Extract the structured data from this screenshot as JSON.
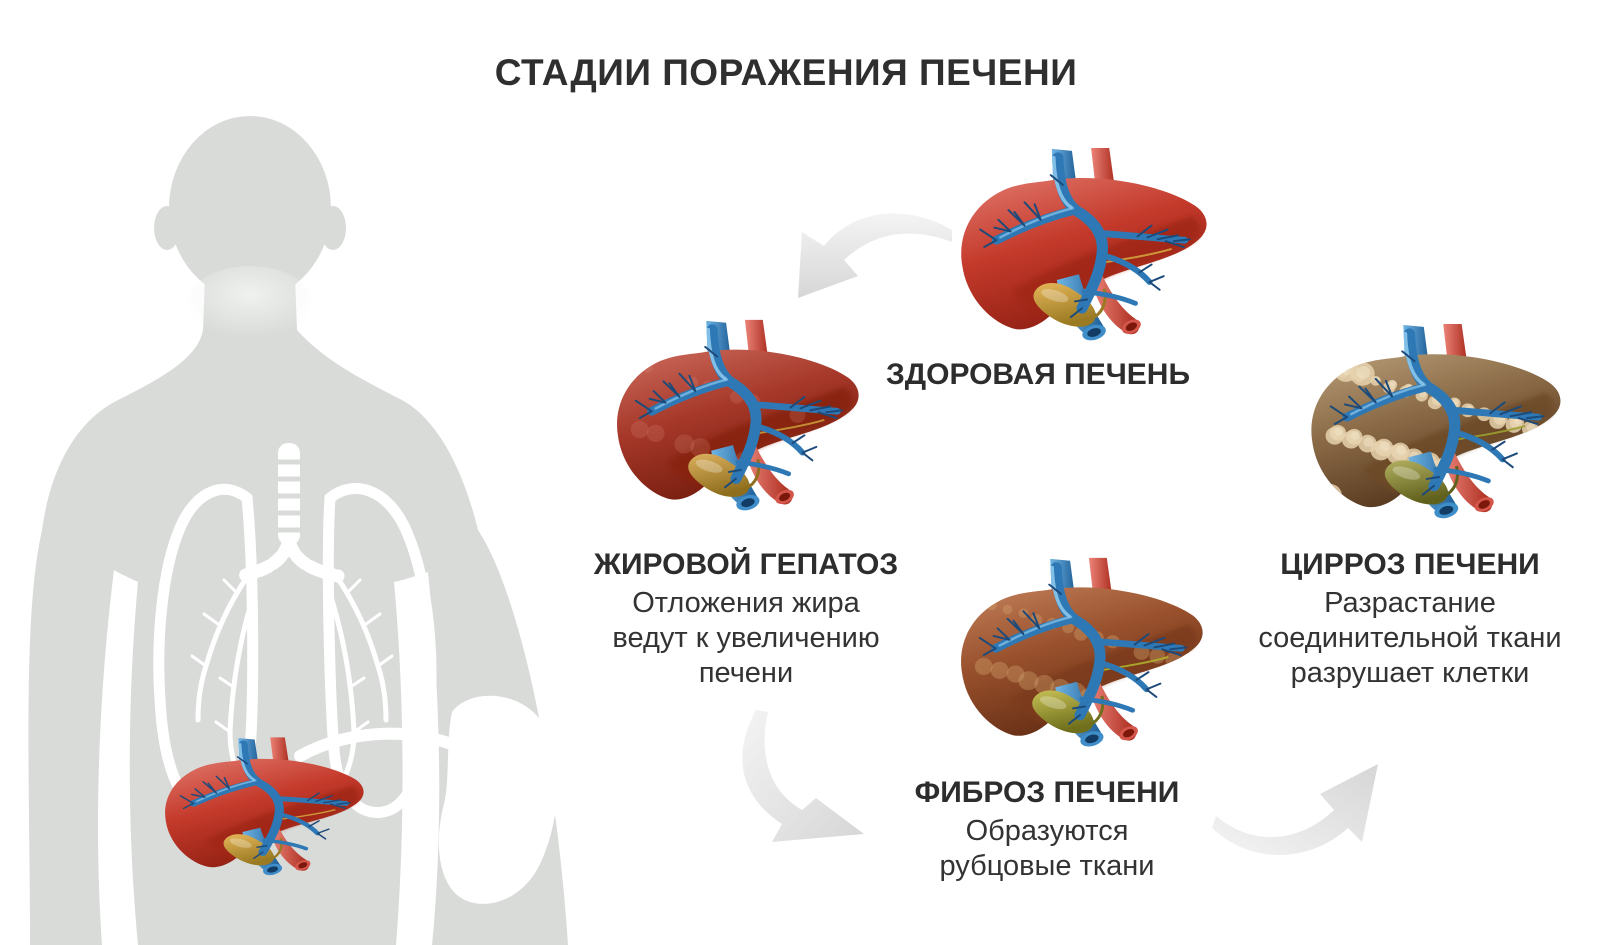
{
  "title": "СТАДИИ ПОРАЖЕНИЯ ПЕЧЕНИ",
  "stages": {
    "healthy": {
      "label": "ЗДОРОВАЯ ПЕЧЕНЬ",
      "lines": []
    },
    "fatty": {
      "label": "ЖИРОВОЙ ГЕПАТОЗ",
      "lines": [
        "Отложения жира",
        "ведут к увеличению",
        "печени"
      ]
    },
    "fibrosis": {
      "label": "ФИБРОЗ ПЕЧЕНИ",
      "lines": [
        "Образуются",
        "рубцовые ткани"
      ]
    },
    "cirrhosis": {
      "label": "ЦИРРОЗ ПЕЧЕНИ",
      "lines": [
        "Разрастание",
        "соединительной ткани",
        "разрушает клетки"
      ]
    }
  },
  "palette": {
    "text": "#2e2e2e",
    "silhouette": "#d9dbd9",
    "arrow_light": "#f2f2f2",
    "arrow_dark": "#d6d6d6",
    "vein_blue": "#2e79b5",
    "vein_highlight": "#8cc6ec",
    "vein_dark": "#1c4a7a",
    "artery_red": "#d84a3c"
  },
  "livers": {
    "healthy": {
      "body1": "#e0766b",
      "body2": "#c43a2b",
      "body3": "#8a1d10",
      "lobe": "#a02616",
      "nodule": "#e89a8a",
      "nodule_opacity": 0,
      "nodule_count": 0,
      "gall1": "#e6b659",
      "gall2": "#9a7a22",
      "duct": "#d2a23c"
    },
    "fatty": {
      "body1": "#cb6a5c",
      "body2": "#a63829",
      "body3": "#701a0c",
      "lobe": "#87210f",
      "nodule": "#d98f7c",
      "nodule_opacity": 0.22,
      "nodule_count": 14,
      "gall1": "#dcb05e",
      "gall2": "#8f6f1e",
      "duct": "#c89a38"
    },
    "fibrosis": {
      "body1": "#c07e57",
      "body2": "#98502c",
      "body3": "#5f2a12",
      "lobe": "#7c3a1c",
      "nodule": "#cfa06c",
      "nodule_opacity": 0.4,
      "nodule_count": 26,
      "gall1": "#c6c055",
      "gall2": "#6f6f1c",
      "duct": "#b0b02e"
    },
    "cirrhosis": {
      "body1": "#b69c76",
      "body2": "#8a6a46",
      "body3": "#4e3018",
      "lobe": "#6d4a28",
      "nodule": "#e6d2ae",
      "nodule_opacity": 0.85,
      "nodule_count": 44,
      "gall1": "#b2b060",
      "gall2": "#61611e",
      "duct": "#9aa030"
    }
  }
}
